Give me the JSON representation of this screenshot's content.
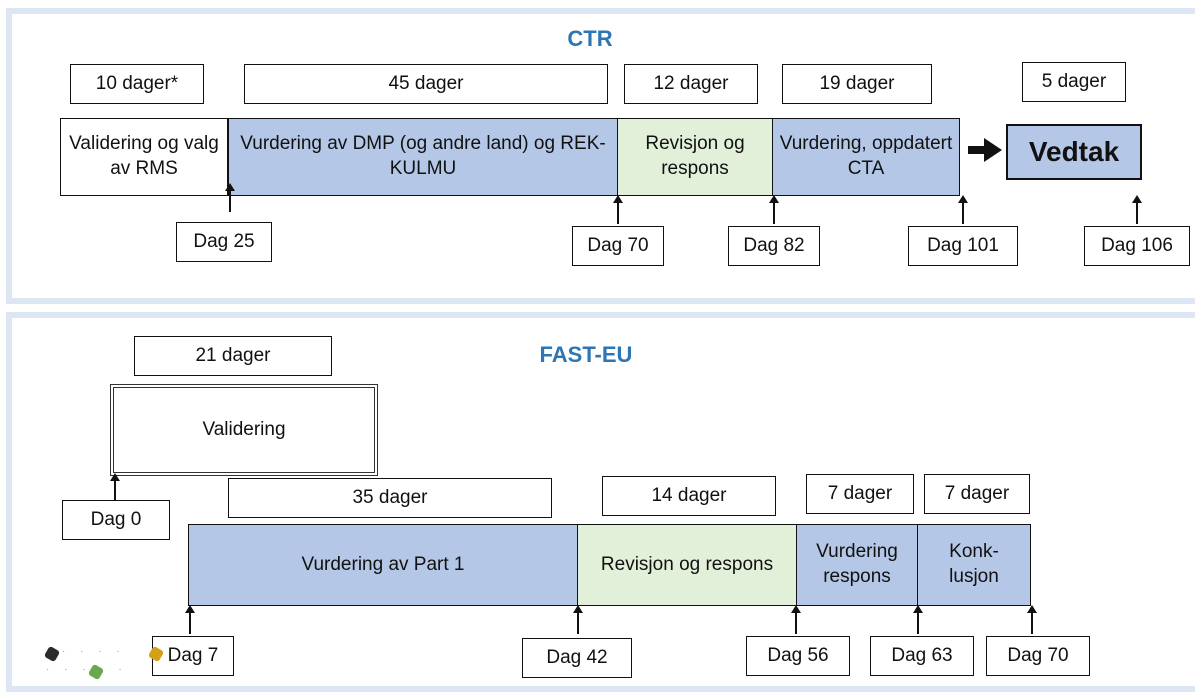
{
  "ctr": {
    "title": "CTR",
    "durations": [
      "10 dager*",
      "45 dager",
      "12 dager",
      "19 dager",
      "5 dager"
    ],
    "phases": [
      "Validering og valg av RMS",
      "Vurdering av DMP (og andre land) og REK-KULMU",
      "Revisjon og respons",
      "Vurdering, oppdatert CTA"
    ],
    "decision": "Vedtak",
    "days": [
      "Dag 25",
      "Dag 70",
      "Dag 82",
      "Dag 101",
      "Dag 106"
    ]
  },
  "fast": {
    "title": "FAST-EU",
    "durations": [
      "21 dager",
      "35 dager",
      "14 dager",
      "7 dager",
      "7 dager"
    ],
    "phases": [
      "Validering",
      "Vurdering av Part 1",
      "Revisjon og respons",
      "Vurdering respons",
      "Konk-lusjon"
    ],
    "days": [
      "Dag 0",
      "Dag 7",
      "Dag 42",
      "Dag 56",
      "Dag 63",
      "Dag 70"
    ]
  },
  "colors": {
    "blue_phase": "#b4c7e7",
    "green_phase": "#e2f0d9",
    "title": "#2e75b6"
  }
}
